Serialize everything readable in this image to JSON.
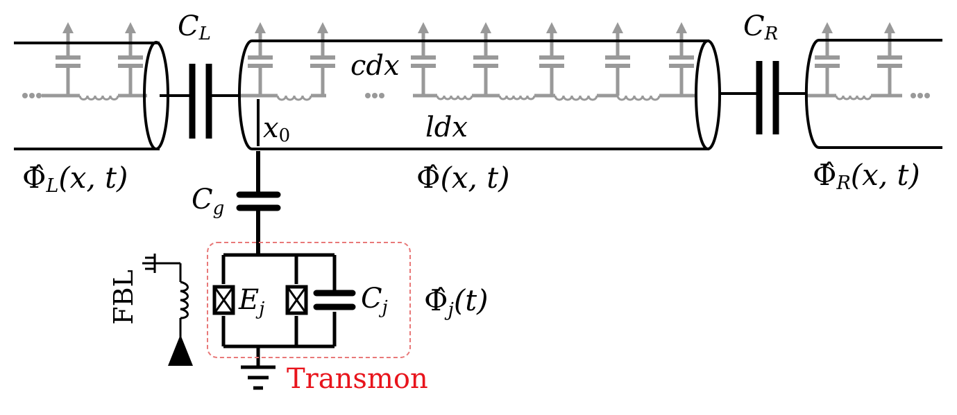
{
  "labels": {
    "cl_main": "C",
    "cl_sub": "L",
    "cr_main": "C",
    "cr_sub": "R",
    "cdx": "cdx",
    "ldx": "ldx",
    "x0_main": "x",
    "x0_sub": "0",
    "phi_l_hat": "Φ̂",
    "phi_l_sub": "L",
    "phi_l_args": "(x, t)",
    "phi_hat": "Φ̂",
    "phi_args": "(x, t)",
    "phi_r_hat": "Φ̂",
    "phi_r_sub": "R",
    "phi_r_args": "(x, t)",
    "cg_main": "C",
    "cg_sub": "g",
    "ej_main": "E",
    "ej_sub": "j",
    "cj_main": "C",
    "cj_sub": "j",
    "phi_j_hat": "Φ̂",
    "phi_j_sub": "j",
    "phi_j_args": "(t)",
    "fbl": "FBL",
    "transmon": "Transmon"
  },
  "colors": {
    "line": "#000000",
    "lumped": "#999999",
    "transmon": "#e8141c",
    "transmon_box": "#e87878"
  }
}
